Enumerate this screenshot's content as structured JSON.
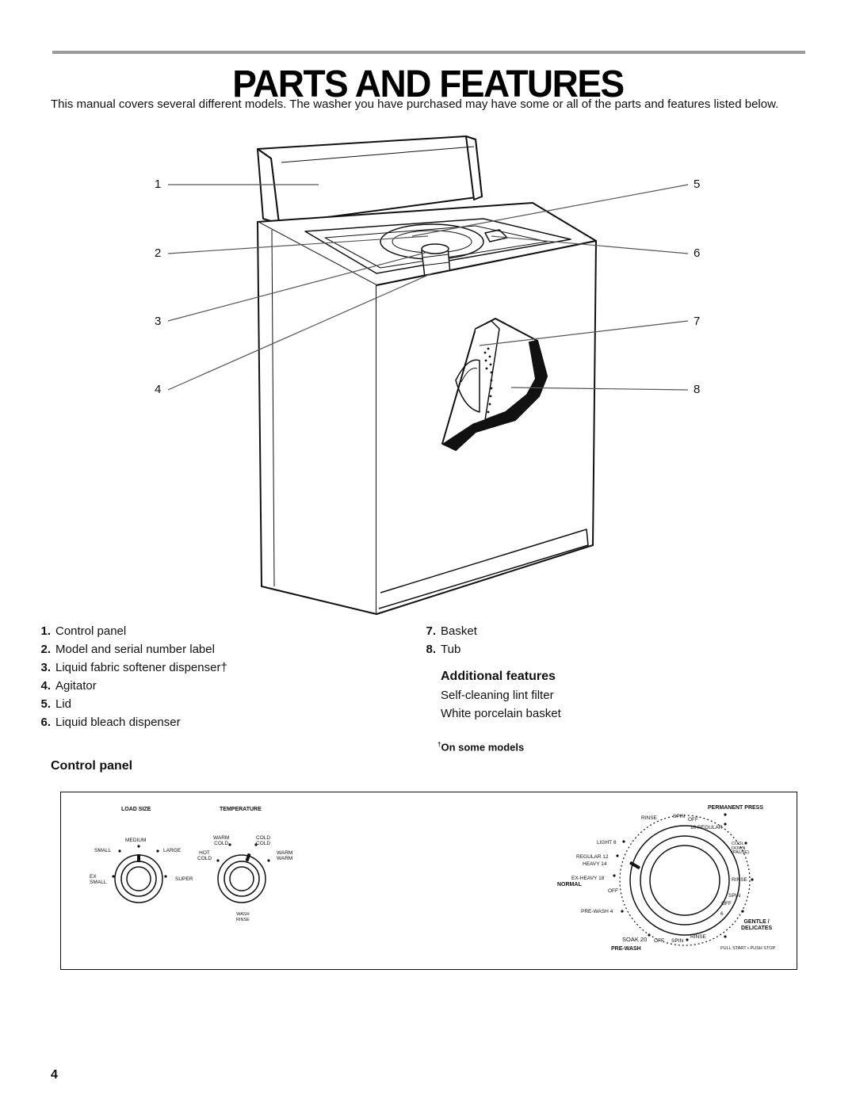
{
  "page": {
    "title": "Parts and Features",
    "intro": "This manual covers several different models. The washer you have purchased may have some or all of the parts and features listed below.",
    "page_number": "4"
  },
  "callouts": [
    "1",
    "2",
    "3",
    "4",
    "5",
    "6",
    "7",
    "8"
  ],
  "parts_left": [
    {
      "num": "1.",
      "label": "Control panel"
    },
    {
      "num": "2.",
      "label": "Model and serial number label"
    },
    {
      "num": "3.",
      "label": "Liquid fabric softener dispenser†"
    },
    {
      "num": "4.",
      "label": "Agitator"
    },
    {
      "num": "5.",
      "label": "Lid"
    },
    {
      "num": "6.",
      "label": "Liquid bleach dispenser"
    }
  ],
  "parts_right": [
    {
      "num": "7.",
      "label": "Basket"
    },
    {
      "num": "8.",
      "label": "Tub"
    }
  ],
  "additional": {
    "heading": "Additional features",
    "items": [
      "Self-cleaning lint filter",
      "White porcelain basket"
    ]
  },
  "note": {
    "mark": "†",
    "text": "On some models"
  },
  "control_panel": {
    "heading": "Control panel",
    "load_size": {
      "title": "LOAD SIZE",
      "medium": "MEDIUM",
      "small": "SMALL",
      "large": "LARGE",
      "ex_small_1": "EX",
      "ex_small_2": "SMALL",
      "super": "SUPER"
    },
    "temperature": {
      "title": "TEMPERATURE",
      "warm_cold_1": "WARM",
      "warm_cold_2": "COLD",
      "cold_cold_1": "COLD",
      "cold_cold_2": "COLD",
      "hot_cold_1": "HOT",
      "hot_cold_2": "COLD",
      "warm_warm_1": "WARM",
      "warm_warm_2": "WARM",
      "wash_rinse_1": "WASH",
      "wash_rinse_2": "RINSE"
    },
    "cycle": {
      "permanent_press": "PERMANENT PRESS",
      "rinse_top": "RINSE",
      "spin_top": "SPIN",
      "off_top": "OFF",
      "regular_10": "10 REGULAR",
      "light": "LIGHT 8",
      "regular_12": "REGULAR 12",
      "heavy_14": "HEAVY 14",
      "exheavy_18": "EX-HEAVY 18",
      "normal": "NORMAL",
      "off_normal": "OFF",
      "cool_1": "COOL",
      "cool_2": "DOWN",
      "cool_3": "(PAUSE)",
      "rinse_right": "RINSE",
      "spin_right": "SPIN",
      "off_right": "OFF",
      "six": "6",
      "gentle_1": "GENTLE /",
      "gentle_2": "DELICATES",
      "prewash_4": "PRE-WASH 4",
      "soak_20": "SOAK 20",
      "off_bottom": "OFF",
      "spin_bottom": "SPIN",
      "rinse_bottom": "RINSE",
      "prewash": "PRE-WASH",
      "pull_start": "PULL START • PUSH STOP"
    }
  }
}
